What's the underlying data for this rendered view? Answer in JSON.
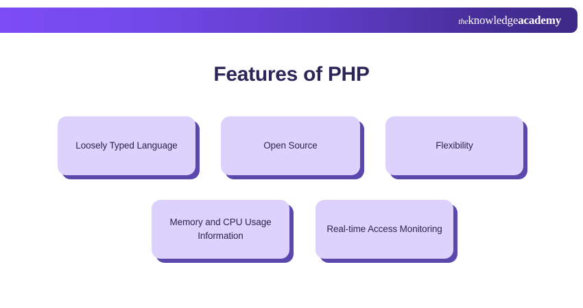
{
  "header": {
    "logo": {
      "prefix": "the",
      "middle": "knowledge",
      "suffix": "academy",
      "full_text": "theknowledgeacademy"
    },
    "gradient_start": "#7c4df5",
    "gradient_end": "#3e2a87"
  },
  "title": "Features of PHP",
  "colors": {
    "title": "#2d2457",
    "card_fill": "#dcd2fb",
    "card_shadow": "#5b48ad",
    "card_text": "#2a2550",
    "background": "#ffffff"
  },
  "cards": [
    {
      "label": "Loosely Typed Language"
    },
    {
      "label": "Open Source"
    },
    {
      "label": "Flexibility"
    },
    {
      "label": "Memory and CPU Usage Information"
    },
    {
      "label": "Real-time Access Monitoring"
    }
  ]
}
